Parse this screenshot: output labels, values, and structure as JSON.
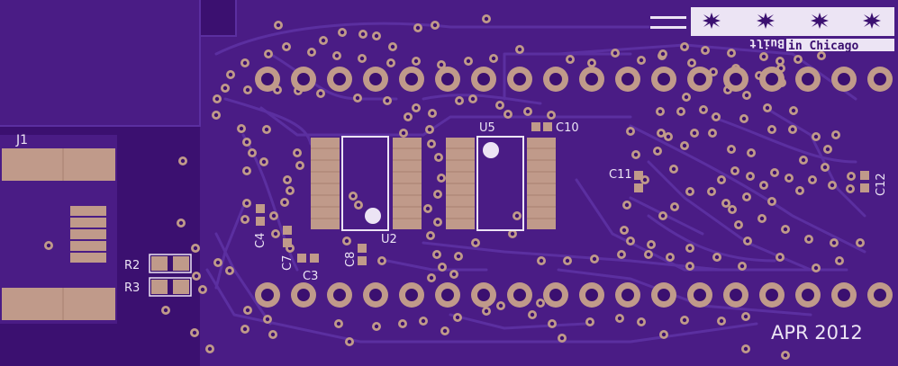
{
  "board": {
    "colors": {
      "background": "#3b1070",
      "copper_fill": "#4a1c85",
      "trace": "#5b2fa0",
      "pad": "#c09a8a",
      "pad_hole": "#3b1070",
      "silkscreen": "#ece4f4",
      "via": "#c09a8a"
    },
    "labels": {
      "j1": "J1",
      "r2": "R2",
      "r3": "R3",
      "c3": "C3",
      "c4": "C4",
      "c7": "C7",
      "c8": "C8",
      "c10": "C10",
      "c11": "C11",
      "c12": "C12",
      "u2": "U2",
      "u5": "U5",
      "built": "Built",
      "in_chicago": "in Chicago",
      "date": "APR 2012"
    },
    "header_pin_count": 18
  }
}
